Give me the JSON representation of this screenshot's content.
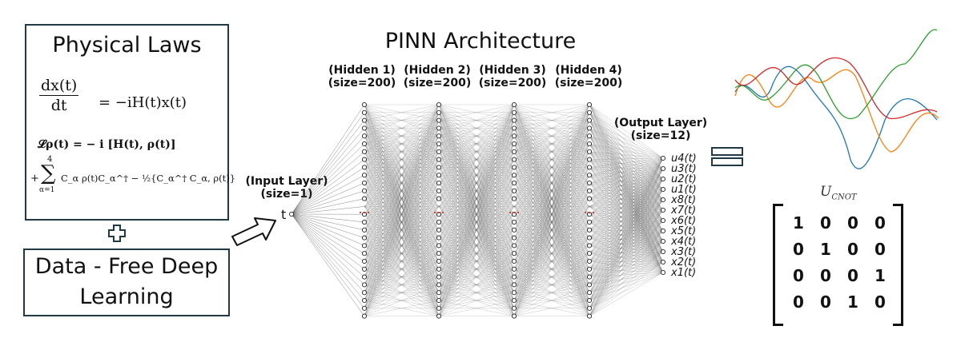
{
  "physical_laws": {
    "title": "Physical Laws",
    "eq1_num": "dx(t)",
    "eq1_den": "dt",
    "eq1_rhs": "=  −iH(t)x(t)",
    "eq2": "𝓛ρ(t) = − i [H(t), ρ(t)]",
    "eq3_plus": "+",
    "eq3_sum": "∑",
    "eq3_upper": "4",
    "eq3_lower": "α=1",
    "eq3_body": "C_α ρ(t)C_α^† − ½{C_α^† C_α, ρ(t)}"
  },
  "data_free": {
    "line1": "Data - Free Deep",
    "line2": "Learning"
  },
  "pinn": {
    "title": "PINN Architecture",
    "input_layer": {
      "name": "(Input Layer)",
      "size": "(size=1)",
      "node": "t"
    },
    "hidden_layers": [
      {
        "name": "(Hidden 1)",
        "size": "(size=200)"
      },
      {
        "name": "(Hidden 2)",
        "size": "(size=200)"
      },
      {
        "name": "(Hidden 3)",
        "size": "(size=200)"
      },
      {
        "name": "(Hidden 4)",
        "size": "(size=200)"
      }
    ],
    "output_layer": {
      "name": "(Output Layer)",
      "size": "(size=12)"
    },
    "outputs": [
      "u4(t)",
      "u3(t)",
      "u2(t)",
      "u1(t)",
      "x8(t)",
      "x7(t)",
      "x6(t)",
      "x5(t)",
      "x4(t)",
      "x3(t)",
      "x2(t)",
      "x1(t)"
    ]
  },
  "curve_colors": [
    "#1f77b4",
    "#ff7f0e",
    "#2ca02c",
    "#d62728"
  ],
  "ucnot": {
    "label": "U_CNOT",
    "matrix": [
      [
        "1",
        "0",
        "0",
        "0"
      ],
      [
        "0",
        "1",
        "0",
        "0"
      ],
      [
        "0",
        "0",
        "0",
        "1"
      ],
      [
        "0",
        "0",
        "1",
        "0"
      ]
    ]
  }
}
